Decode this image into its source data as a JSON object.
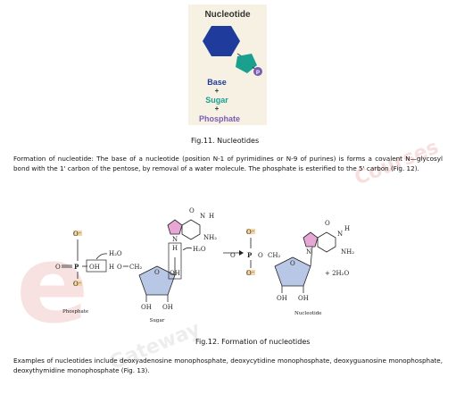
{
  "figure11": {
    "title": "Nucleotide",
    "label_base": "Base",
    "plus1": "+",
    "label_sugar": "Sugar",
    "plus2": "+",
    "label_phosphate": "Phosphate",
    "p_symbol": "P",
    "caption": "Fig.11. Nucleotides",
    "colors": {
      "base": "#1f3c9c",
      "sugar": "#1aa08f",
      "phosphate": "#7a5cb5",
      "background": "#f6f1e3"
    }
  },
  "paragraph1": "Formation of nucleotide: The base of a nucleotide (position N-1 of pyrimidines or N-9 of purines) is forms a covalent N—glycosyl bond with the 1' carbon of the pentose, by removal of a water molecule. The phosphate is esterified to the 5' carbon (Fig. 12).",
  "figure12": {
    "phosphate_label": "Phosphate",
    "sugar_label": "Sugar",
    "nucleotide_label": "Nucleotide",
    "water_left_top": "H₂O",
    "water_right_top": "H₂O",
    "water_product": "+ 2H₂O",
    "oh": "OH",
    "ho": "HO",
    "h": "H",
    "ch2": "CH₂",
    "o": "O",
    "p": "P",
    "n": "N",
    "nh2": "NH₂",
    "o_minus": "O⁻",
    "caption": "Fig.12. Formation of nucleotides"
  },
  "paragraph2": "Examples of nucleotides include deoxyadenosine monophosphate, deoxycytidine monophosphate, deoxyguanosine monophosphate, deoxythymidine monophosphate (Fig. 13).",
  "watermark": {
    "brand": "e",
    "text_a": "Gateway",
    "text_b": "Courses"
  }
}
